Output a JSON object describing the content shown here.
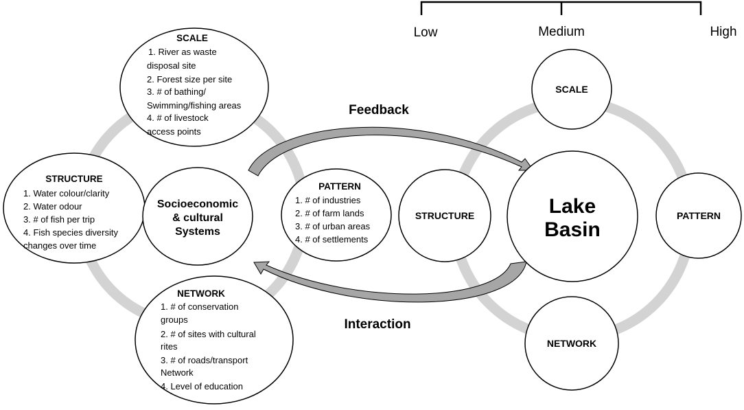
{
  "scale_bar": {
    "low": "Low",
    "medium": "Medium",
    "high": "High"
  },
  "left_system": {
    "center": {
      "line1": "Socioeconomic",
      "line2": "& cultural",
      "line3": "Systems"
    },
    "scale": {
      "title": "SCALE",
      "items": [
        "1.   River as waste",
        "disposal site",
        "2. Forest size per site",
        "3. # of bathing/",
        "Swimming/fishing areas",
        "4. # of livestock",
        "access points"
      ]
    },
    "structure": {
      "title": "STRUCTURE",
      "items": [
        "1. Water colour/clarity",
        "2. Water odour",
        "3. # of fish per trip",
        "4. Fish species diversity",
        "changes over time"
      ]
    },
    "pattern": {
      "title": "PATTERN",
      "items": [
        "1.   # of industries",
        "2.   # of farm lands",
        "3.   # of urban areas",
        "4.   # of settlements"
      ]
    },
    "network": {
      "title": "NETWORK",
      "items": [
        "1.     # of conservation",
        "groups",
        "2. # of sites with cultural",
        "rites",
        "3. # of roads/transport",
        "Network",
        "4. Level of education"
      ]
    }
  },
  "arrows": {
    "feedback": "Feedback",
    "interaction": "Interaction"
  },
  "right_system": {
    "center": {
      "line1": "Lake",
      "line2": "Basin"
    },
    "scale": "SCALE",
    "structure": "STRUCTURE",
    "pattern": "PATTERN",
    "network": "NETWORK"
  },
  "colors": {
    "ring": "#d3d3d3",
    "arrow_fill": "#a6a6a6",
    "stroke": "#000000"
  }
}
